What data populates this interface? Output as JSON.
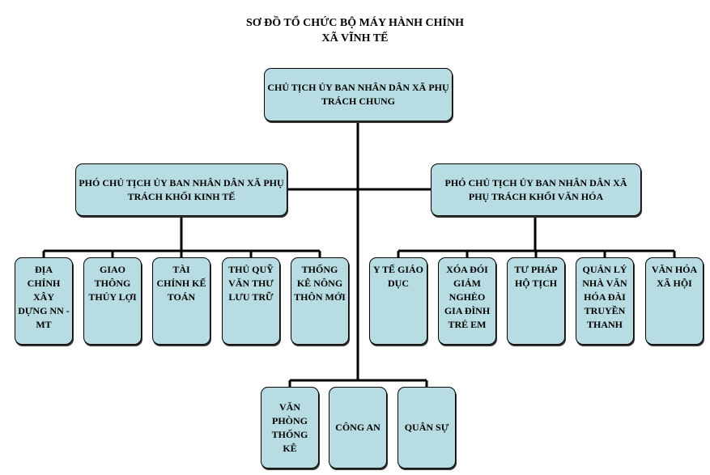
{
  "title": {
    "line1": "SƠ ĐỒ TỔ CHỨC BỘ MÁY HÀNH CHÍNH",
    "line2": "XÃ VĨNH TẾ"
  },
  "chairman": "CHỦ TỊCH ỦY BAN NHÂN DÂN XÃ PHỤ TRÁCH CHUNG",
  "vice_economic": "PHÓ CHỦ TỊCH ỦY BAN NHÂN DÂN XÃ PHỤ TRÁCH KHỐI KINH TẾ",
  "vice_cultural": "PHÓ CHỦ TỊCH ỦY BAN NHÂN DÂN XÃ PHỤ TRÁCH KHỐI VĂN HÓA",
  "economic_units": [
    "ĐỊA CHÍNH XÂY DỰNG NN - MT",
    "GIAO THÔNG THỦY LỢI",
    "TÀI CHÍNH KẾ TOÁN",
    "THỦ QUỸ VĂN THƯ LƯU TRỮ",
    "THỐNG KÊ NÔNG THÔN MỚI"
  ],
  "cultural_units": [
    "Y TẾ GIÁO DỤC",
    "XÓA ĐÓI GIẢM NGHÈO GIA ĐÌNH TRẺ EM",
    "TƯ PHÁP HỘ TỊCH",
    "QUẢN LÝ NHÀ VĂN HÓA ĐÀI TRUYỀN THANH",
    "VĂN HÓA XÃ HỘI"
  ],
  "direct_units": [
    "VĂN PHÒNG THỐNG KÊ",
    "CÔNG AN",
    "QUÂN SỰ"
  ]
}
